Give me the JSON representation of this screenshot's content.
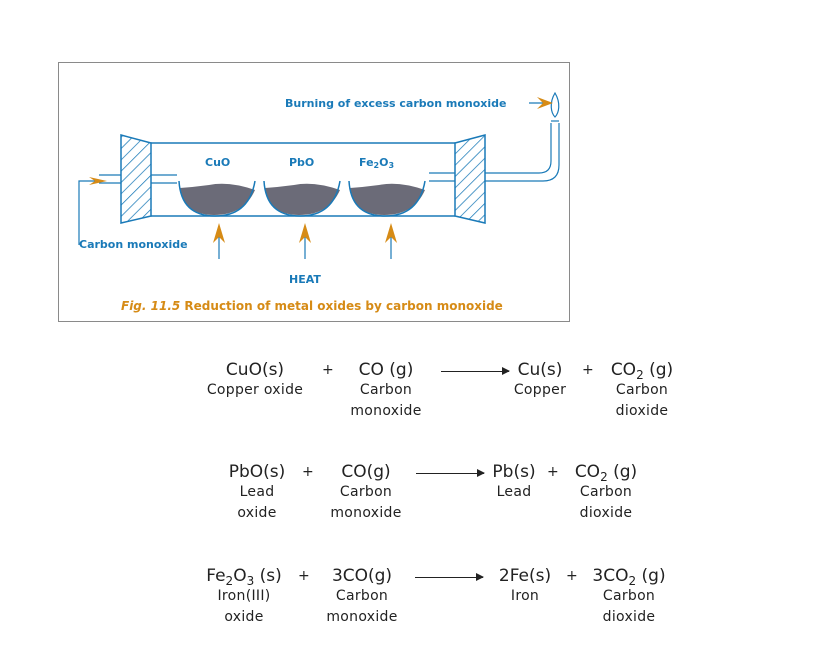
{
  "figure": {
    "labels": {
      "burning": "Burning of excess carbon monoxide",
      "cuo": "CuO",
      "pbo": "PbO",
      "fe2o3_main": "Fe",
      "fe2o3_sub1": "2",
      "fe2o3_o": "O",
      "fe2o3_sub2": "3",
      "carbon_monoxide": "Carbon monoxide",
      "heat": "HEAT"
    },
    "caption_prefix": "Fig. 11.5",
    "caption_text": " Reduction of metal oxides by carbon monoxide",
    "colors": {
      "line": "#1a7ab8",
      "arrow": "#d68b16",
      "powder": "#6b6b78",
      "caption": "#d68b16"
    }
  },
  "equations": [
    {
      "reactant1": {
        "formula": "CuO(s)",
        "name1": "Copper oxide",
        "name2": ""
      },
      "plus1": "+",
      "reactant2": {
        "formula": "CO (g)",
        "name1": "Carbon",
        "name2": "monoxide"
      },
      "product1": {
        "formula": "Cu(s)",
        "name1": "Copper",
        "name2": ""
      },
      "plus2": "+",
      "product2": {
        "pre": "CO",
        "sub": "2",
        "post": " (g)",
        "name1": "Carbon",
        "name2": "dioxide"
      }
    },
    {
      "reactant1": {
        "formula": "PbO(s)",
        "name1": "Lead",
        "name2": "oxide"
      },
      "plus1": "+",
      "reactant2": {
        "formula": "CO(g)",
        "name1": "Carbon",
        "name2": "monoxide"
      },
      "product1": {
        "formula": "Pb(s)",
        "name1": "Lead",
        "name2": ""
      },
      "plus2": "+",
      "product2": {
        "pre": "CO",
        "sub": "2",
        "post": " (g)",
        "name1": "Carbon",
        "name2": "dioxide"
      }
    },
    {
      "reactant1": {
        "pre": "Fe",
        "sub1": "2",
        "mid": "O",
        "sub2": "3",
        "post": " (s)",
        "name1": "Iron(III)",
        "name2": "oxide"
      },
      "plus1": "+",
      "reactant2": {
        "formula": "3CO(g)",
        "name1": "Carbon",
        "name2": "monoxide"
      },
      "product1": {
        "formula": "2Fe(s)",
        "name1": "Iron",
        "name2": ""
      },
      "plus2": "+",
      "product2": {
        "pre": "3CO",
        "sub": "2",
        "post": " (g)",
        "name1": "Carbon",
        "name2": "dioxide"
      }
    }
  ]
}
